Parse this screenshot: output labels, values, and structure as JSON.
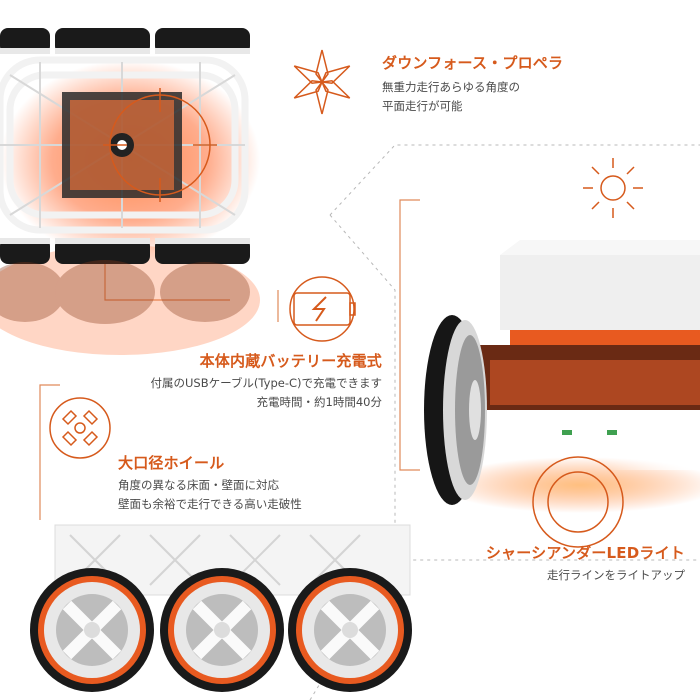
{
  "colors": {
    "accent": "#d65a1c",
    "text": "#4a4a4a",
    "guide": "#b8b8b8",
    "glow": "#ff7a3c"
  },
  "features": {
    "propeller": {
      "icon": "propeller-icon",
      "title": "ダウンフォース・プロペラ",
      "lines": [
        "無重力走行あらゆる角度の",
        "平面走行が可能"
      ]
    },
    "battery": {
      "icon": "battery-charging-icon",
      "title": "本体内蔵バッテリー充電式",
      "lines": [
        "付属のUSBケーブル(Type-C)で充電できます",
        "充電時間・約1時間40分"
      ]
    },
    "wheel": {
      "icon": "wheel-icon",
      "title": "大口径ホイール",
      "lines": [
        "角度の異なる床面・壁面に対応",
        "壁面も余裕で走行できる高い走破性"
      ]
    },
    "led": {
      "icon": "light-icon",
      "title": "シャーシアンダーLEDライト",
      "lines": [
        "走行ラインをライトアップ"
      ]
    }
  }
}
